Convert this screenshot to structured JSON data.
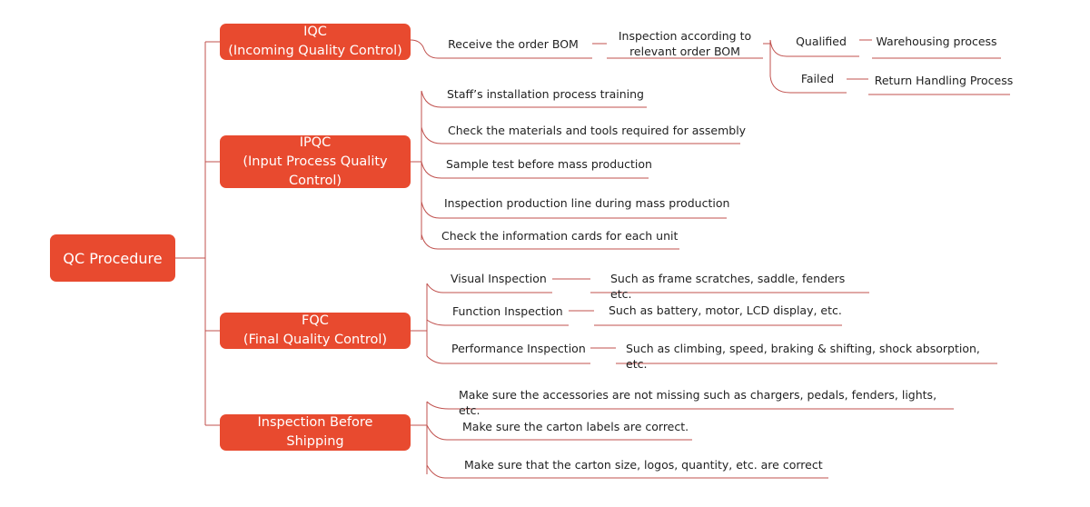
{
  "root": "QC Procedure",
  "categories": {
    "iqc": "IQC\n(Incoming Quality Control)",
    "ipqc": "IPQC\n(Input Process Quality\nControl)",
    "fqc": "FQC\n(Final Quality Control)",
    "ibs": "Inspection Before\nShipping"
  },
  "iqc_flow": {
    "receive": "Receive the order BOM",
    "inspect": "Inspection according to\nrelevant order BOM",
    "qualified": "Qualified",
    "failed": "Failed",
    "warehousing": "Warehousing process",
    "return_handling": "Return Handling Process"
  },
  "ipqc_items": [
    "Staff’s installation process training",
    "Check the materials and tools required for assembly",
    "Sample test before mass production",
    "Inspection production  line during mass production",
    "Check the information cards for each unit"
  ],
  "fqc_items": [
    {
      "name": "Visual Inspection",
      "detail": "Such as frame scratches, saddle, fenders etc."
    },
    {
      "name": "Function Inspection",
      "detail": "Such as battery, motor, LCD display, etc."
    },
    {
      "name": "Performance Inspection",
      "detail": "Such as climbing, speed, braking & shifting, shock absorption, etc."
    }
  ],
  "shipping_items": [
    "Make sure the accessories are not missing such as chargers, pedals, fenders, lights, etc.",
    "Make sure the carton labels are correct.",
    "Make sure that the carton size, logos, quantity, etc. are correct"
  ],
  "colors": {
    "box_fill": "#e84a2f",
    "line": "#c0504d",
    "text": "#222222"
  }
}
